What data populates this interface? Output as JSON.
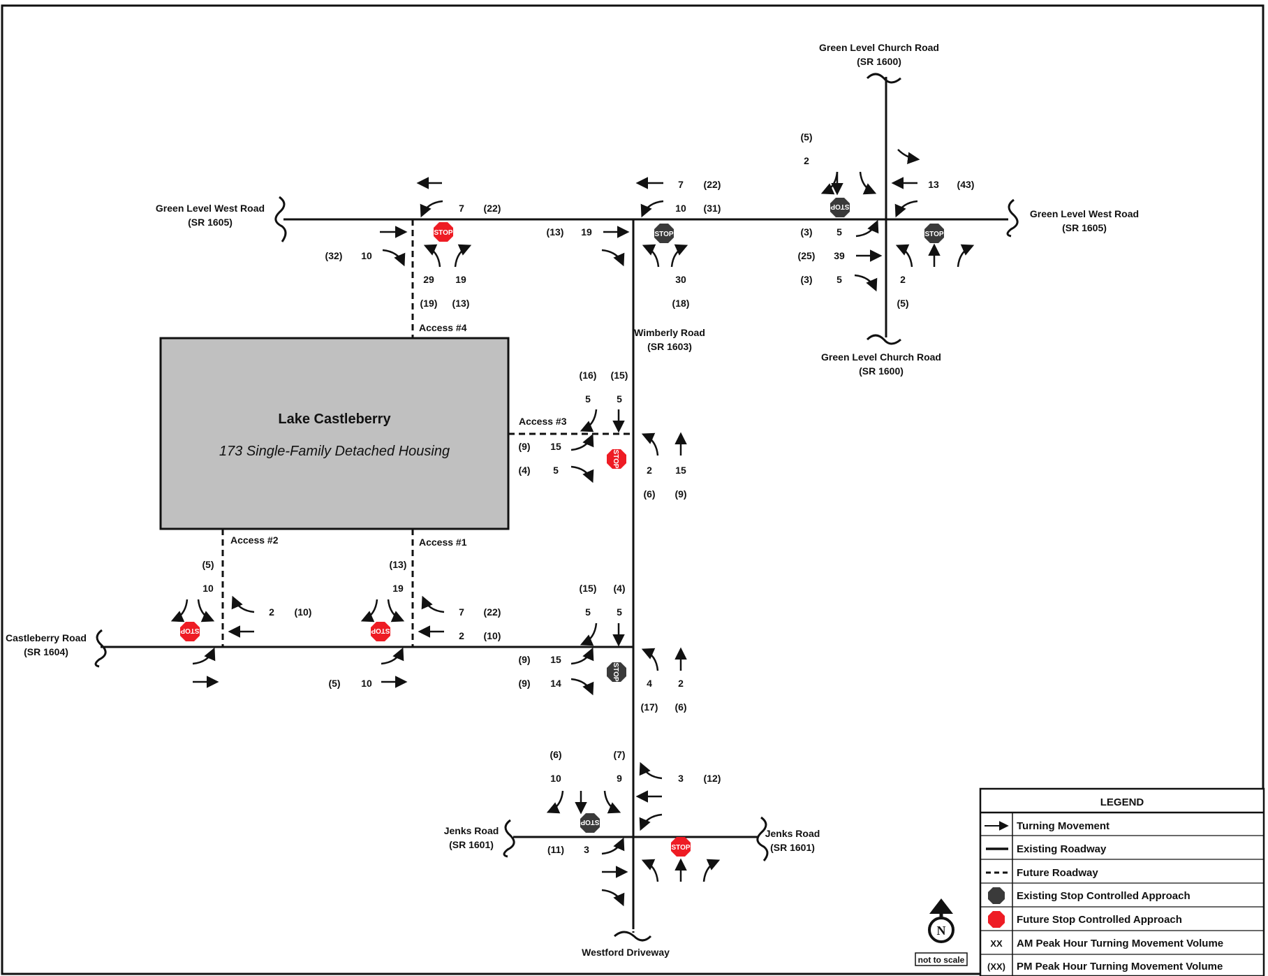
{
  "site": {
    "name": "Lake Castleberry",
    "description": "173 Single-Family Detached Housing"
  },
  "roads": {
    "gl_west_left": "Green Level West Road",
    "gl_west_left_sr": "(SR 1605)",
    "gl_west_right": "Green Level West Road",
    "gl_west_right_sr": "(SR 1605)",
    "glc_top": "Green Level Church Road",
    "glc_top_sr": "(SR 1600)",
    "glc_bottom": "Green Level Church Road",
    "glc_bottom_sr": "(SR 1600)",
    "wimberly": "Wimberly Road",
    "wimberly_sr": "(SR 1603)",
    "castleberry": "Castleberry Road",
    "castleberry_sr": "(SR 1604)",
    "jenks_left": "Jenks Road",
    "jenks_left_sr": "(SR 1601)",
    "jenks_right": "Jenks Road",
    "jenks_right_sr": "(SR 1601)",
    "westford": "Westford Driveway"
  },
  "access": {
    "a1": "Access #1",
    "a2": "Access #2",
    "a3": "Access #3",
    "a4": "Access #4"
  },
  "volumes": {
    "a4_wb_through_placeholder": "",
    "a4_wb_left_am": "7",
    "a4_wb_left_pm": "(22)",
    "a4_eb_right_pm": "(32)",
    "a4_eb_right_am": "10",
    "a4_nb_left_am": "29",
    "a4_nb_right_am": "19",
    "a4_nb_left_pm": "(19)",
    "a4_nb_right_pm": "(13)",
    "wim_wb_through_am": "7",
    "wim_wb_through_pm": "(22)",
    "wim_wb_left_am": "10",
    "wim_wb_left_pm": "(31)",
    "wim_eb_pm": "(13)",
    "wim_eb_am": "19",
    "wim_nb_am": "30",
    "wim_nb_pm": "(18)",
    "glc_sb_pm": "(5)",
    "glc_sb_am": "2",
    "glc_wb_through_am": "13",
    "glc_wb_through_pm": "(43)",
    "glc_eb_left_pm": "(3)",
    "glc_eb_left_am": "5",
    "glc_eb_through_pm": "(25)",
    "glc_eb_through_am": "39",
    "glc_eb_right_pm": "(3)",
    "glc_eb_right_am": "5",
    "glc_nb_am": "2",
    "glc_nb_pm": "(5)",
    "a3_sb_left_pm": "(16)",
    "a3_sb_through_pm": "(15)",
    "a3_sb_left_am": "5",
    "a3_sb_through_am": "5",
    "a3_eb_left_pm": "(9)",
    "a3_eb_left_am": "15",
    "a3_eb_right_pm": "(4)",
    "a3_eb_right_am": "5",
    "a3_nb_left_am": "2",
    "a3_nb_through_am": "15",
    "a3_nb_left_pm": "(6)",
    "a3_nb_through_pm": "(9)",
    "a2_sb_pm": "(5)",
    "a2_sb_am": "10",
    "a2_wb_am": "2",
    "a2_wb_pm": "(10)",
    "a1_sb_pm": "(13)",
    "a1_sb_am": "19",
    "a1_wb_left_am": "7",
    "a1_wb_left_pm": "(22)",
    "a1_wb_through_am": "2",
    "a1_wb_through_pm": "(10)",
    "a1_eb_pm": "(5)",
    "a1_eb_am": "10",
    "cb_sb_left_pm": "(15)",
    "cb_sb_through_pm": "(4)",
    "cb_sb_left_am": "5",
    "cb_sb_through_am": "5",
    "cb_eb_left_pm": "(9)",
    "cb_eb_left_am": "15",
    "cb_eb_right_pm": "(9)",
    "cb_eb_right_am": "14",
    "cb_nb_left_am": "4",
    "cb_nb_through_am": "2",
    "cb_nb_left_pm": "(17)",
    "cb_nb_through_pm": "(6)",
    "jk_sb_left_pm": "(6)",
    "jk_sb_through_pm": "(7)",
    "jk_sb_left_am": "10",
    "jk_sb_through_am": "9",
    "jk_wb_am": "3",
    "jk_wb_pm": "(12)",
    "jk_eb_pm": "(11)",
    "jk_eb_am": "3"
  },
  "stop_sign": {
    "text": "STOP",
    "existing_color": "#3a3a3a",
    "future_color": "#ee1c24"
  },
  "legend": {
    "title": "LEGEND",
    "items": [
      {
        "symbol": "arrow",
        "label": "Turning Movement"
      },
      {
        "symbol": "solid-line",
        "label": "Existing Roadway"
      },
      {
        "symbol": "dashed-line",
        "label": "Future Roadway"
      },
      {
        "symbol": "existing-stop",
        "label": "Existing Stop Controlled Approach"
      },
      {
        "symbol": "future-stop",
        "label": "Future Stop Controlled Approach"
      },
      {
        "symbol": "XX",
        "label": "AM Peak Hour Turning Movement Volume"
      },
      {
        "symbol": "(XX)",
        "label": "PM Peak Hour Turning Movement Volume"
      }
    ]
  },
  "north_arrow": {
    "letter": "N",
    "note": "not to scale"
  }
}
